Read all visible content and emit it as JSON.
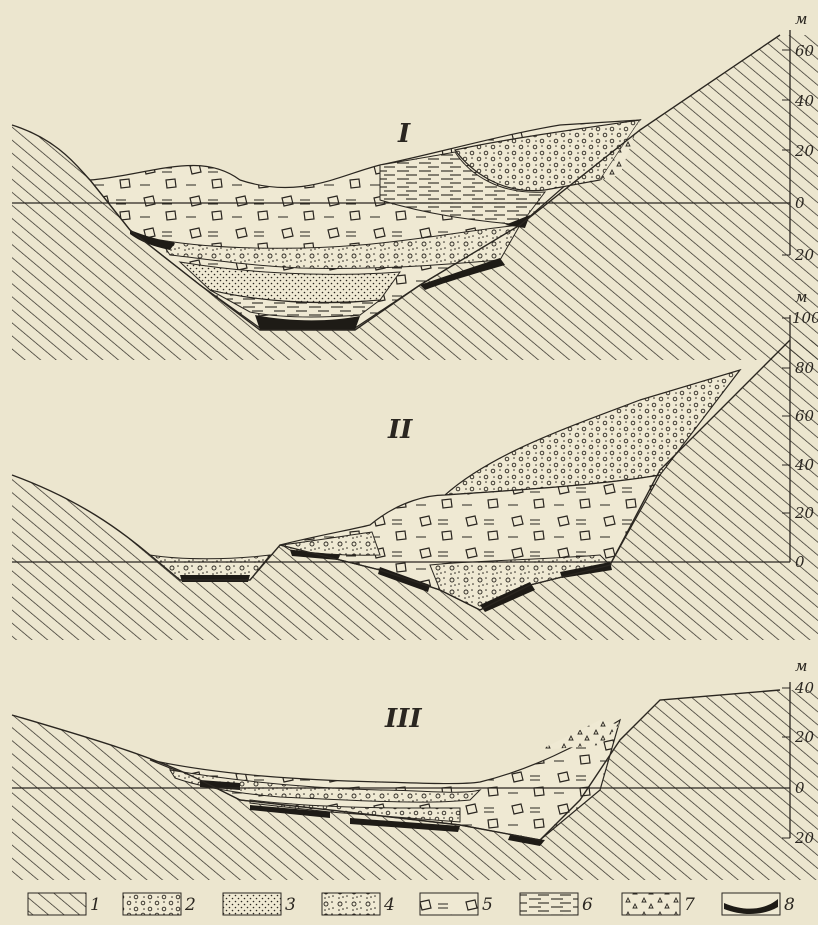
{
  "sections": [
    {
      "id": "I",
      "label": "I",
      "unit": "м",
      "axis_ticks": [
        "60",
        "40",
        "20",
        "0",
        "20"
      ]
    },
    {
      "id": "II",
      "label": "II",
      "unit": "м",
      "axis_ticks": [
        "100",
        "80",
        "60",
        "40",
        "20",
        "0"
      ]
    },
    {
      "id": "III",
      "label": "III",
      "unit": "м",
      "axis_ticks": [
        "40",
        "20",
        "0",
        "20"
      ]
    }
  ],
  "legend": [
    {
      "num": "1",
      "pattern": "bedrock-hatch"
    },
    {
      "num": "2",
      "pattern": "gravel"
    },
    {
      "num": "3",
      "pattern": "sand"
    },
    {
      "num": "4",
      "pattern": "pebbly-sand"
    },
    {
      "num": "5",
      "pattern": "boulder-loam"
    },
    {
      "num": "6",
      "pattern": "silt-clay"
    },
    {
      "num": "7",
      "pattern": "rubble"
    },
    {
      "num": "8",
      "pattern": "black-layer"
    }
  ]
}
